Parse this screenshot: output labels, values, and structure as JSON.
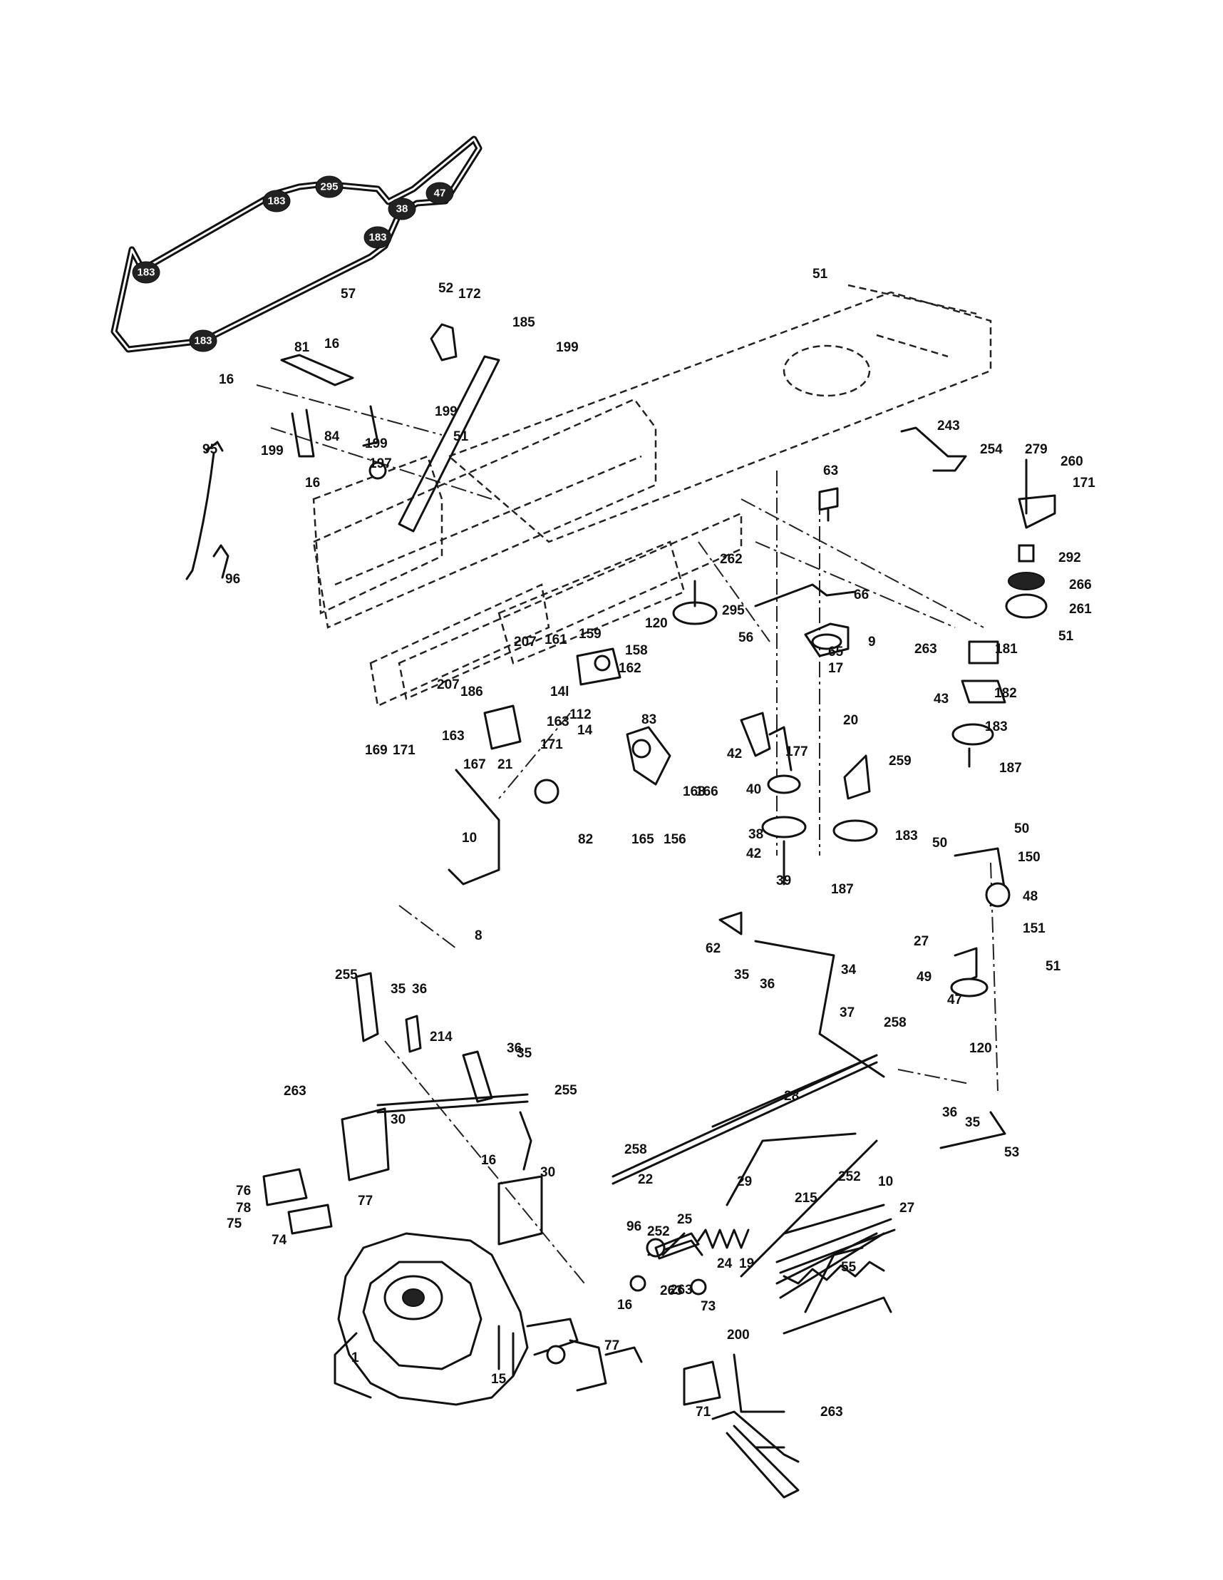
{
  "belt_pulleys": [
    "183",
    "295",
    "47",
    "38",
    "183",
    "183",
    "183"
  ],
  "callouts": [
    "57",
    "51",
    "52",
    "172",
    "185",
    "199",
    "81",
    "16",
    "16",
    "199",
    "199",
    "84",
    "199",
    "51",
    "197",
    "16",
    "95",
    "96",
    "243",
    "254",
    "279",
    "260",
    "171",
    "63",
    "292",
    "266",
    "261",
    "51",
    "262",
    "66",
    "120",
    "295",
    "56",
    "9",
    "263",
    "181",
    "65",
    "17",
    "20",
    "43",
    "182",
    "183",
    "187",
    "207",
    "161",
    "159",
    "158",
    "162",
    "207",
    "186",
    "14l",
    "112",
    "14",
    "163",
    "169",
    "171",
    "163",
    "167",
    "171",
    "83",
    "177",
    "259",
    "42",
    "21",
    "168",
    "166",
    "40",
    "10",
    "82",
    "165",
    "156",
    "38",
    "183",
    "42",
    "39",
    "187",
    "8",
    "50",
    "50",
    "150",
    "48",
    "27",
    "151",
    "62",
    "35",
    "36",
    "34",
    "49",
    "51",
    "47",
    "255",
    "35",
    "36",
    "37",
    "258",
    "214",
    "36",
    "35",
    "120",
    "255",
    "263",
    "30",
    "28",
    "36",
    "35",
    "53",
    "258",
    "16",
    "30",
    "22",
    "29",
    "252",
    "10",
    "76",
    "77",
    "78",
    "75",
    "215",
    "27",
    "74",
    "96",
    "252",
    "25",
    "263",
    "24",
    "19",
    "55",
    "263",
    "73",
    "16",
    "77",
    "200",
    "1",
    "15",
    "71",
    "263"
  ]
}
